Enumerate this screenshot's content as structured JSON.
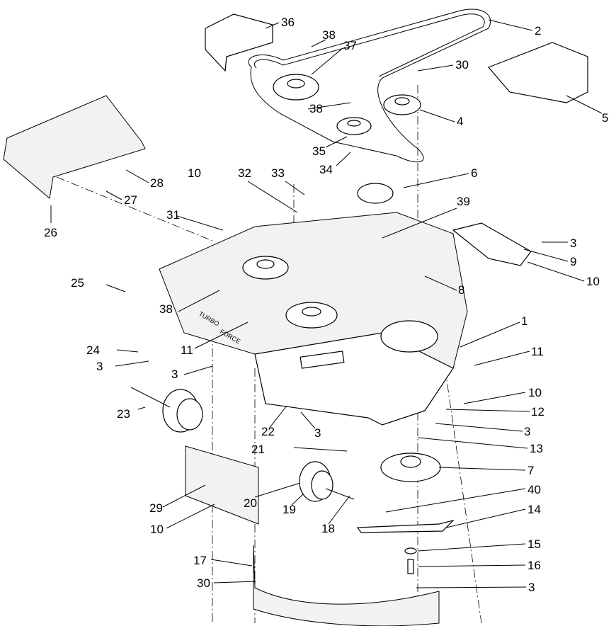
{
  "callouts": [
    "36",
    "38",
    "37",
    "2",
    "30",
    "5",
    "4",
    "38",
    "35",
    "34",
    "6",
    "10",
    "32",
    "33",
    "28",
    "27",
    "26",
    "31",
    "39",
    "3",
    "9",
    "10",
    "25",
    "8",
    "38",
    "1",
    "24",
    "11",
    "11",
    "3",
    "3",
    "10",
    "23",
    "22",
    "12",
    "3",
    "3",
    "21",
    "13",
    "7",
    "40",
    "29",
    "20",
    "19",
    "18",
    "14",
    "10",
    "15",
    "17",
    "16",
    "30",
    "3"
  ],
  "deck_decal": {
    "line1": "TURBO",
    "line2": "FORCE"
  }
}
